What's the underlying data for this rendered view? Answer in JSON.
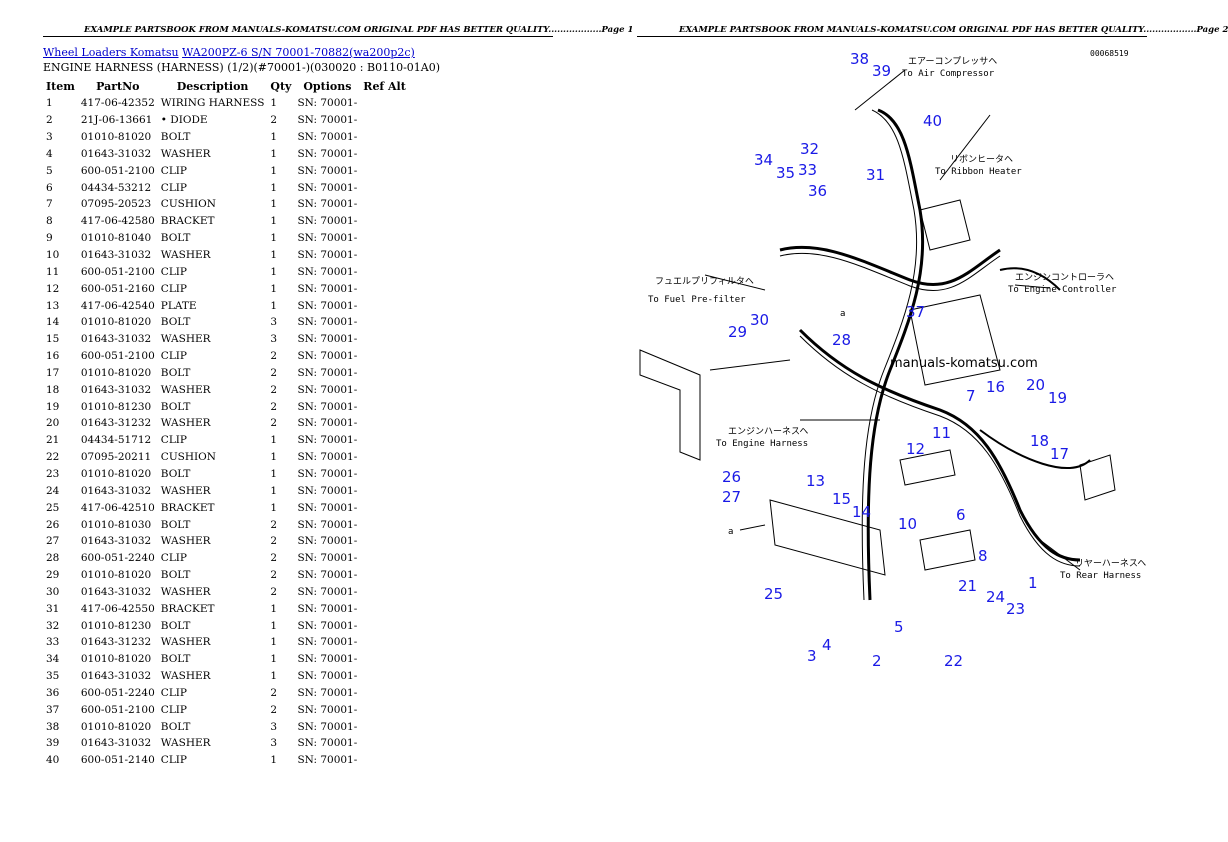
{
  "header": {
    "left": "EXAMPLE PARTSBOOK FROM MANUALS-KOMATSU.COM ORIGINAL PDF HAS BETTER QUALITY..................Page 1",
    "right": "EXAMPLE PARTSBOOK FROM MANUALS-KOMATSU.COM ORIGINAL PDF HAS BETTER QUALITY..................Page 2"
  },
  "breadcrumb": {
    "link1": "Wheel Loaders Komatsu",
    "link2": "WA200PZ-6 S/N 70001-70882(wa200p2c)"
  },
  "subtitle": "ENGINE HARNESS (HARNESS) (1/2)(#70001-)(030020 : B0110-01A0)",
  "table": {
    "headers": [
      "Item",
      "PartNo",
      "Description",
      "Qty",
      "Options",
      "Ref Alt"
    ],
    "rows": [
      [
        "1",
        "417-06-42352",
        "WIRING HARNESS",
        "1",
        "SN: 70001-"
      ],
      [
        "2",
        "21J-06-13661",
        "• DIODE",
        "2",
        "SN: 70001-"
      ],
      [
        "3",
        "01010-81020",
        "BOLT",
        "1",
        "SN: 70001-"
      ],
      [
        "4",
        "01643-31032",
        "WASHER",
        "1",
        "SN: 70001-"
      ],
      [
        "5",
        "600-051-2100",
        "CLIP",
        "1",
        "SN: 70001-"
      ],
      [
        "6",
        "04434-53212",
        "CLIP",
        "1",
        "SN: 70001-"
      ],
      [
        "7",
        "07095-20523",
        "CUSHION",
        "1",
        "SN: 70001-"
      ],
      [
        "8",
        "417-06-42580",
        "BRACKET",
        "1",
        "SN: 70001-"
      ],
      [
        "9",
        "01010-81040",
        "BOLT",
        "1",
        "SN: 70001-"
      ],
      [
        "10",
        "01643-31032",
        "WASHER",
        "1",
        "SN: 70001-"
      ],
      [
        "11",
        "600-051-2100",
        "CLIP",
        "1",
        "SN: 70001-"
      ],
      [
        "12",
        "600-051-2160",
        "CLIP",
        "1",
        "SN: 70001-"
      ],
      [
        "13",
        "417-06-42540",
        "PLATE",
        "1",
        "SN: 70001-"
      ],
      [
        "14",
        "01010-81020",
        "BOLT",
        "3",
        "SN: 70001-"
      ],
      [
        "15",
        "01643-31032",
        "WASHER",
        "3",
        "SN: 70001-"
      ],
      [
        "16",
        "600-051-2100",
        "CLIP",
        "2",
        "SN: 70001-"
      ],
      [
        "17",
        "01010-81020",
        "BOLT",
        "2",
        "SN: 70001-"
      ],
      [
        "18",
        "01643-31032",
        "WASHER",
        "2",
        "SN: 70001-"
      ],
      [
        "19",
        "01010-81230",
        "BOLT",
        "2",
        "SN: 70001-"
      ],
      [
        "20",
        "01643-31232",
        "WASHER",
        "2",
        "SN: 70001-"
      ],
      [
        "21",
        "04434-51712",
        "CLIP",
        "1",
        "SN: 70001-"
      ],
      [
        "22",
        "07095-20211",
        "CUSHION",
        "1",
        "SN: 70001-"
      ],
      [
        "23",
        "01010-81020",
        "BOLT",
        "1",
        "SN: 70001-"
      ],
      [
        "24",
        "01643-31032",
        "WASHER",
        "1",
        "SN: 70001-"
      ],
      [
        "25",
        "417-06-42510",
        "BRACKET",
        "1",
        "SN: 70001-"
      ],
      [
        "26",
        "01010-81030",
        "BOLT",
        "2",
        "SN: 70001-"
      ],
      [
        "27",
        "01643-31032",
        "WASHER",
        "2",
        "SN: 70001-"
      ],
      [
        "28",
        "600-051-2240",
        "CLIP",
        "2",
        "SN: 70001-"
      ],
      [
        "29",
        "01010-81020",
        "BOLT",
        "2",
        "SN: 70001-"
      ],
      [
        "30",
        "01643-31032",
        "WASHER",
        "2",
        "SN: 70001-"
      ],
      [
        "31",
        "417-06-42550",
        "BRACKET",
        "1",
        "SN: 70001-"
      ],
      [
        "32",
        "01010-81230",
        "BOLT",
        "1",
        "SN: 70001-"
      ],
      [
        "33",
        "01643-31232",
        "WASHER",
        "1",
        "SN: 70001-"
      ],
      [
        "34",
        "01010-81020",
        "BOLT",
        "1",
        "SN: 70001-"
      ],
      [
        "35",
        "01643-31032",
        "WASHER",
        "1",
        "SN: 70001-"
      ],
      [
        "36",
        "600-051-2240",
        "CLIP",
        "2",
        "SN: 70001-"
      ],
      [
        "37",
        "600-051-2100",
        "CLIP",
        "2",
        "SN: 70001-"
      ],
      [
        "38",
        "01010-81020",
        "BOLT",
        "3",
        "SN: 70001-"
      ],
      [
        "39",
        "01643-31032",
        "WASHER",
        "3",
        "SN: 70001-"
      ],
      [
        "40",
        "600-051-2140",
        "CLIP",
        "1",
        "SN: 70001-"
      ]
    ]
  },
  "diagram": {
    "drawing_no": "00068519",
    "watermark": "manuals-komatsu.com",
    "ref_letter": "a",
    "labels": {
      "air_compressor_jp": "エアーコンプレッサヘ",
      "air_compressor_en": "To Air Compressor",
      "ribbon_heater_jp": "リボンヒータヘ",
      "ribbon_heater_en": "To Ribbon Heater",
      "fuel_prefilter_jp": "フュエルプリフィルタヘ",
      "fuel_prefilter_en": "To Fuel Pre-filter",
      "engine_controller_jp": "エンジンコントローラヘ",
      "engine_controller_en": "To Engine Controller",
      "engine_harness_jp": "エンジンハーネスヘ",
      "engine_harness_en": "To Engine Harness",
      "rear_harness_jp": "リヤーハーネスヘ",
      "rear_harness_en": "To Rear Harness"
    },
    "callouts": [
      "1",
      "2",
      "3",
      "4",
      "5",
      "6",
      "7",
      "8",
      "10",
      "11",
      "12",
      "13",
      "14",
      "15",
      "16",
      "17",
      "18",
      "19",
      "20",
      "21",
      "22",
      "23",
      "24",
      "25",
      "26",
      "27",
      "28",
      "29",
      "30",
      "31",
      "32",
      "33",
      "34",
      "35",
      "36",
      "37",
      "38",
      "39",
      "40"
    ]
  }
}
